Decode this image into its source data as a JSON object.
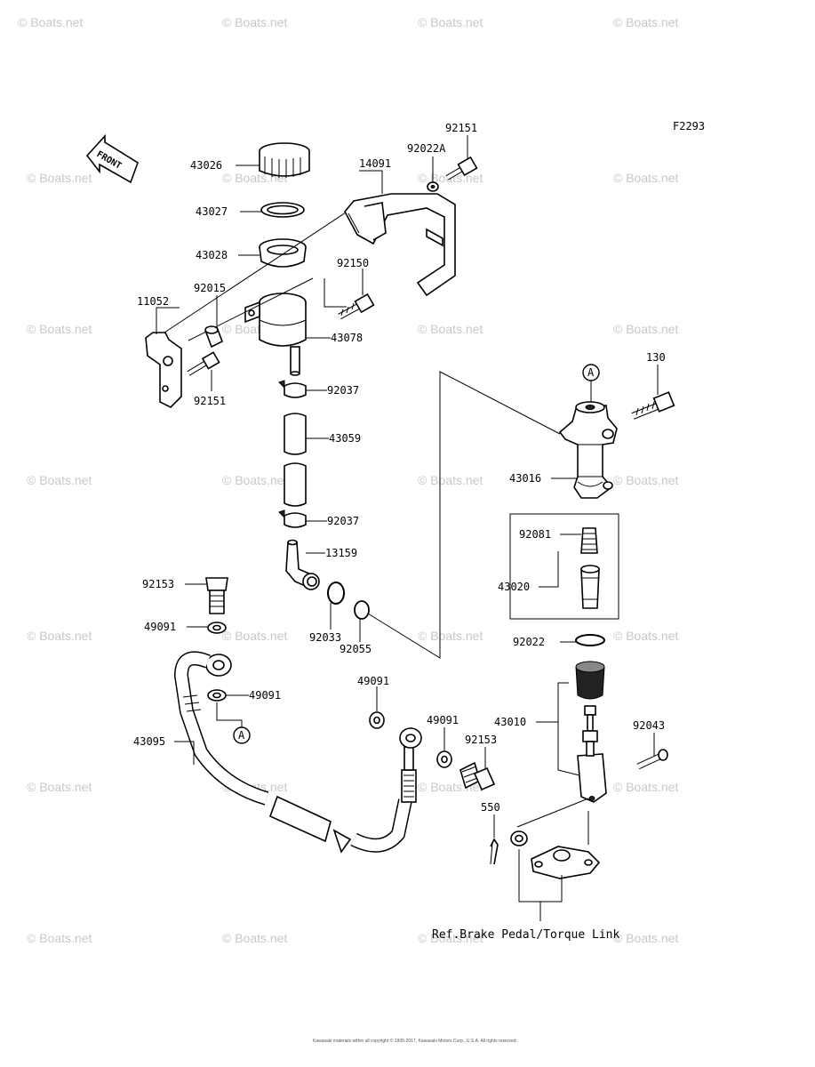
{
  "figure_code": "F2293",
  "front_label": "FRONT",
  "reference_note": "Ref.Brake Pedal/Torque Link",
  "circle_marker": "A",
  "watermark": "© Boats.net",
  "copyright": "Kawasaki materials within all copyright © 1995-2017, Kawasaki Motors Corp., U.S.A. All rights reserved.",
  "parts": [
    "92151",
    "92022A",
    "14091",
    "43026",
    "43027",
    "43028",
    "92150",
    "11052",
    "92015",
    "43078",
    "92151",
    "92037",
    "43059",
    "92037",
    "13159",
    "92033",
    "92055",
    "130",
    "43016",
    "92081",
    "43020",
    "92022",
    "43010",
    "92043",
    "92153",
    "49091",
    "49091",
    "43095",
    "49091",
    "49091",
    "92153",
    "550"
  ]
}
